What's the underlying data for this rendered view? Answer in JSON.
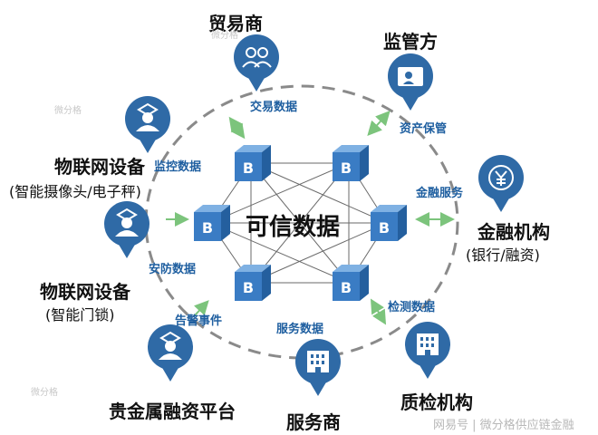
{
  "center_label": "可信数据",
  "block_letter": "B",
  "roles": {
    "trader": "贸易商",
    "regulator": "监管方",
    "iot_camera": "物联网设备",
    "iot_camera_sub": "(智能摄像头/电子秤)",
    "financial": "金融机构",
    "financial_sub": "(银行/融资)",
    "iot_lock": "物联网设备",
    "iot_lock_sub": "(智能门锁)",
    "precious_metals": "贵金属融资平台",
    "service_provider": "服务商",
    "inspection": "质检机构"
  },
  "flows": {
    "trade_data": "交易数据",
    "asset_custody": "资产保管",
    "monitoring_data": "监控数据",
    "financial_services": "金融服务",
    "security_data": "安防数据",
    "alarm_events": "告警事件",
    "service_data": "服务数据",
    "inspection_data": "检测数据"
  },
  "watermark": "微分格",
  "footer": "网易号 | 微分格供应链金融",
  "colors": {
    "pin": "#2f6aa6",
    "cube": "#3a7cc4",
    "flow_text": "#1f5fa0",
    "arrow": "#7cc47c",
    "ring": "#8a8a8a"
  }
}
